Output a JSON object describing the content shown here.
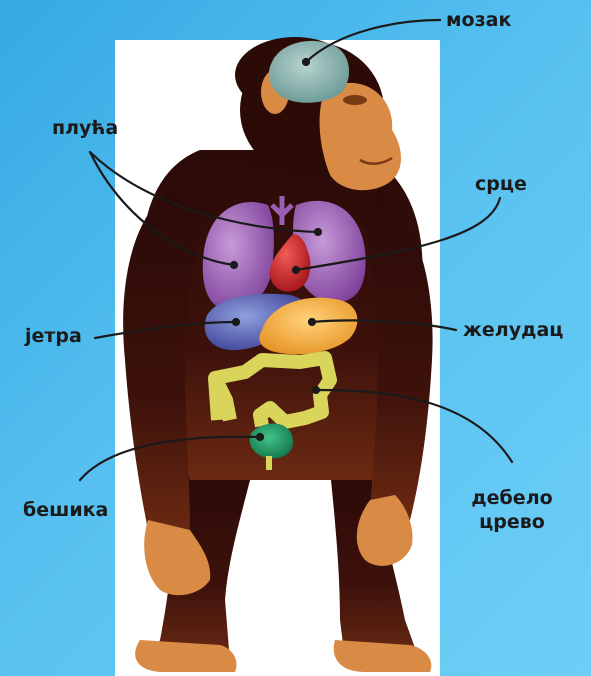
{
  "labels": {
    "brain": "мозак",
    "lungs": "плућа",
    "heart": "срце",
    "liver": "јетра",
    "stomach": "желудац",
    "bladder": "бешика",
    "large_intestine_line1": "дебело",
    "large_intestine_line2": "црево"
  },
  "colors": {
    "background": "#4fbcec",
    "panel": "#ffffff",
    "fur": "#3a0f0a",
    "skin": "#d98a45",
    "brain": "#8fb7b3",
    "lungs": "#a06ab8",
    "heart": "#d4262a",
    "liver": "#5a63b5",
    "stomach": "#f2a93a",
    "intestine": "#d9d45a",
    "bladder": "#1f9a62",
    "line": "#1a1a1a"
  }
}
